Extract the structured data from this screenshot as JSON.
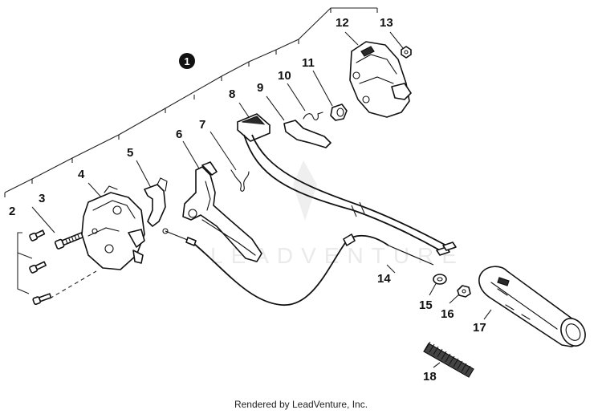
{
  "assembly_marker": "1",
  "callouts": [
    "2",
    "3",
    "4",
    "5",
    "6",
    "7",
    "8",
    "9",
    "10",
    "11",
    "12",
    "13",
    "14",
    "15",
    "16",
    "17",
    "18"
  ],
  "watermark": "LEADVENTURE",
  "footer": "Rendered by LeadVenture, Inc."
}
